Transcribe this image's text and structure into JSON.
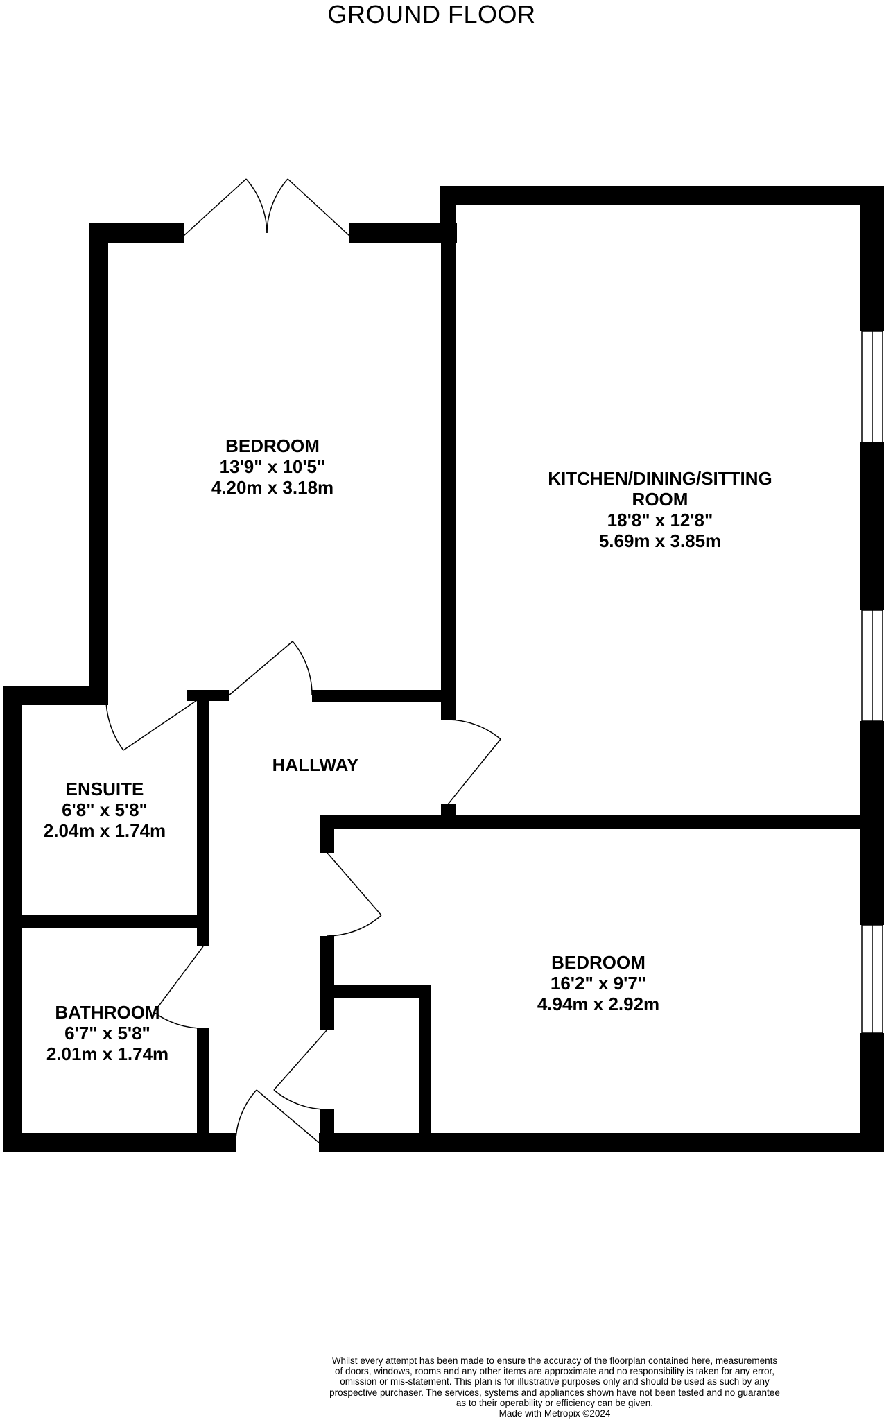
{
  "title": "GROUND FLOOR",
  "rooms": {
    "bedroom1": {
      "name": "BEDROOM",
      "imperial": "13'9\"  x 10'5\"",
      "metric": "4.20m  x 3.18m"
    },
    "kitchen": {
      "name_line1": "KITCHEN/DINING/SITTING",
      "name_line2": "ROOM",
      "imperial": "18'8\"  x 12'8\"",
      "metric": "5.69m  x 3.85m"
    },
    "hallway": {
      "name": "HALLWAY"
    },
    "ensuite": {
      "name": "ENSUITE",
      "imperial": "6'8\"  x 5'8\"",
      "metric": "2.04m  x 1.74m"
    },
    "bathroom": {
      "name": "BATHROOM",
      "imperial": "6'7\"  x 5'8\"",
      "metric": "2.01m  x 1.74m"
    },
    "bedroom2": {
      "name": "BEDROOM",
      "imperial": "16'2\"  x 9'7\"",
      "metric": "4.94m  x 2.92m"
    }
  },
  "disclaimer": {
    "line1": "Whilst every attempt has been made to ensure the accuracy of the floorplan contained here, measurements",
    "line2": "of doors, windows, rooms and any other items are approximate and no responsibility is taken for any error,",
    "line3": "omission or mis-statement. This plan is for illustrative purposes only and should be used as such by any",
    "line4": "prospective purchaser. The services, systems and appliances shown have not been tested and no guarantee",
    "line5": "as to their operability or efficiency can be given.",
    "line6": "Made with Metropix ©2024"
  },
  "colors": {
    "wall": "#000000",
    "background": "#ffffff"
  }
}
